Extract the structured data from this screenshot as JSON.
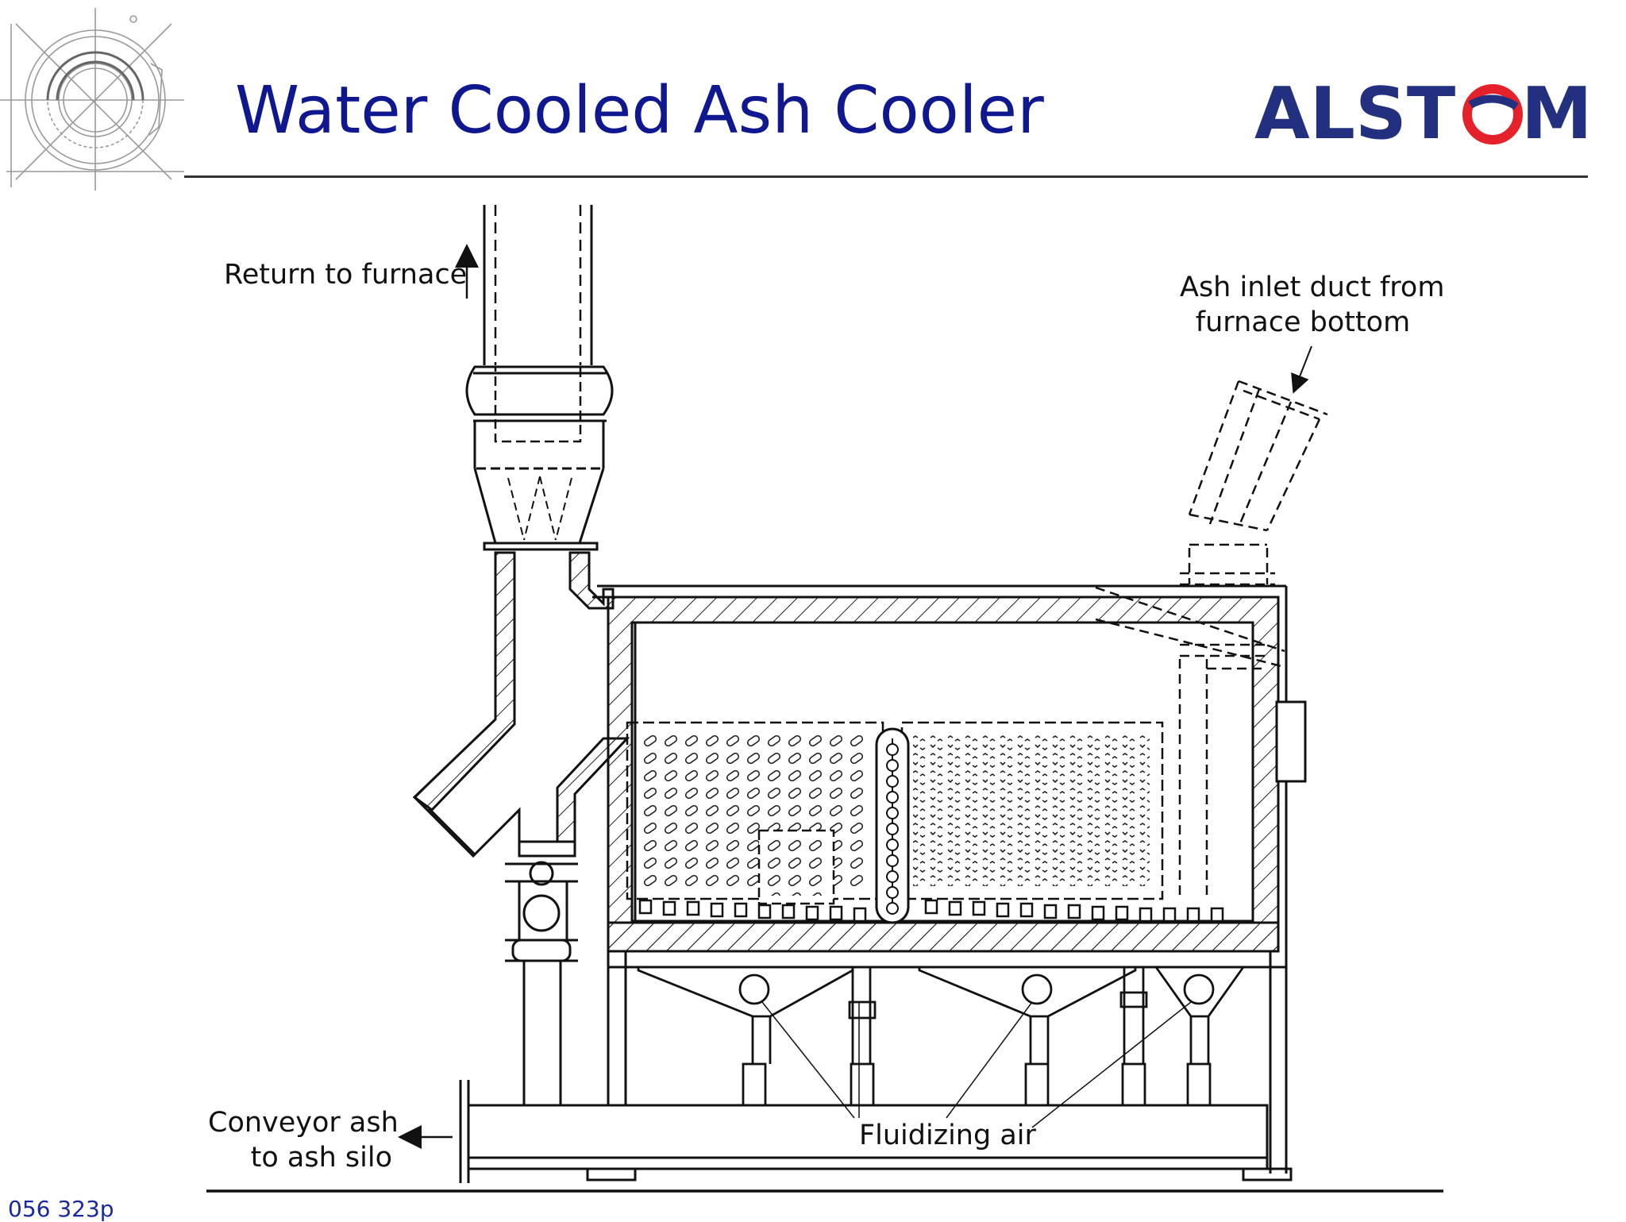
{
  "header": {
    "title": "Water Cooled Ash Cooler",
    "logo_text": "ALSTOM",
    "title_color": "#10188f",
    "logo_color": "#23307f",
    "logo_accent_color": "#e4222b"
  },
  "labels": {
    "return": "Return to furnace",
    "inlet_line1": "Ash inlet duct from",
    "inlet_line2": "furnace bottom",
    "conveyor_line1": "Conveyor ash",
    "conveyor_line2": "to ash silo",
    "fluidizing": "Fluidizing air"
  },
  "footer": {
    "code": "056 323p"
  },
  "icons": [
    "drafting-circle-icon",
    "alstom-logo"
  ]
}
